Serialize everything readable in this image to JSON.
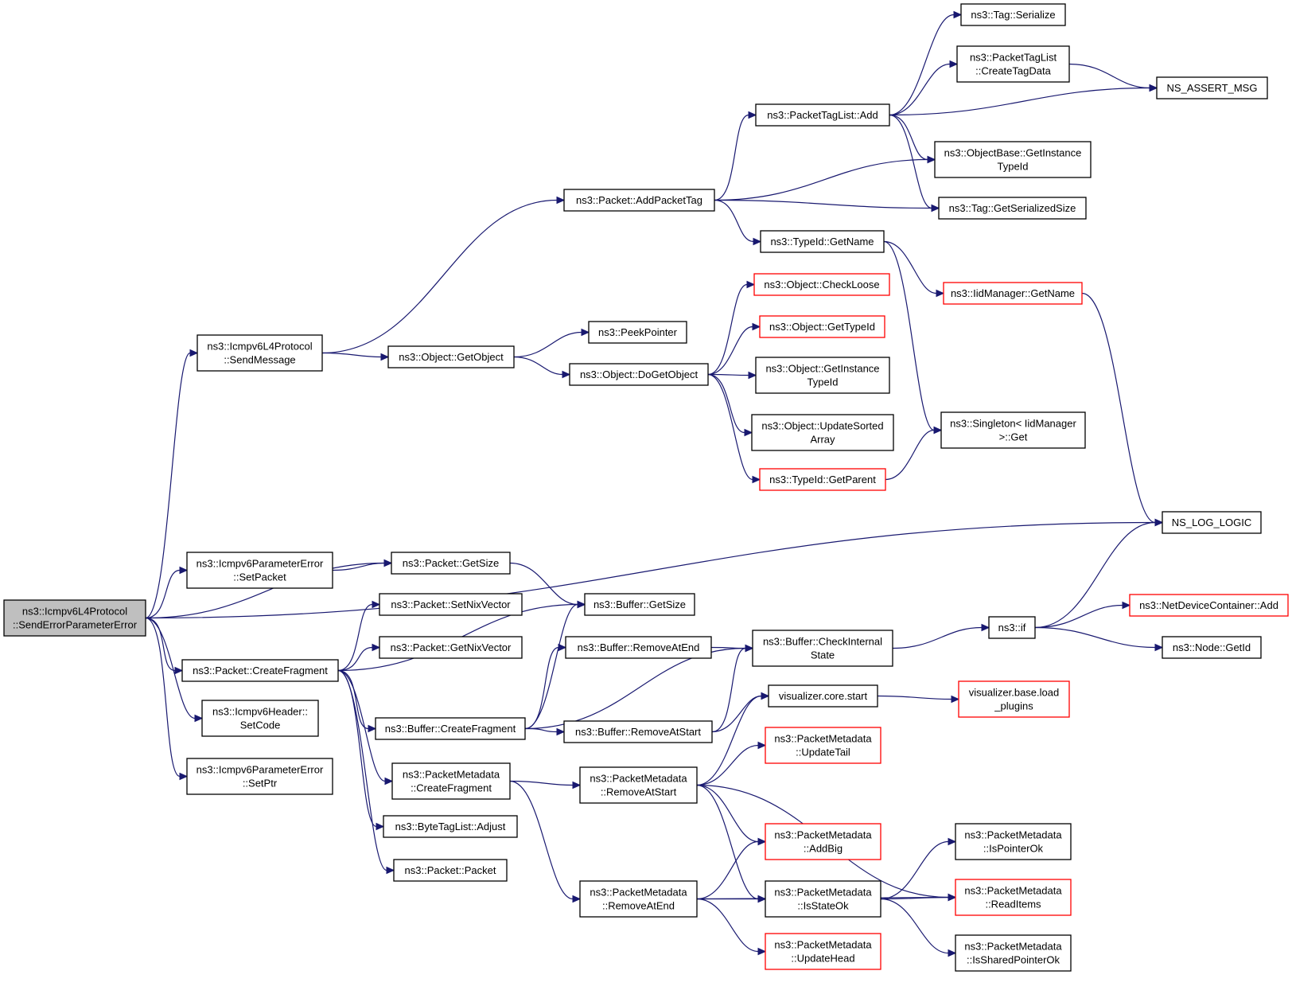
{
  "colors": {
    "edge": "#191970",
    "node_border": "#000000",
    "node_border_truncated": "#ff0000",
    "node_fill": "#ffffff",
    "root_fill": "#bfbfbf",
    "text": "#000000"
  },
  "nodes": [
    {
      "id": "root",
      "lines": [
        "ns3::Icmpv6L4Protocol",
        "::SendErrorParameterError"
      ],
      "style": "root"
    },
    {
      "id": "sendmessage",
      "lines": [
        "ns3::Icmpv6L4Protocol",
        "::SendMessage"
      ],
      "style": "normal"
    },
    {
      "id": "seterrpacket",
      "lines": [
        "ns3::Icmpv6ParameterError",
        "::SetPacket"
      ],
      "style": "normal"
    },
    {
      "id": "createfragment",
      "lines": [
        "ns3::Packet::CreateFragment"
      ],
      "style": "normal"
    },
    {
      "id": "setcode",
      "lines": [
        "ns3::Icmpv6Header::",
        "SetCode"
      ],
      "style": "normal"
    },
    {
      "id": "setptr",
      "lines": [
        "ns3::Icmpv6ParameterError",
        "::SetPtr"
      ],
      "style": "normal"
    },
    {
      "id": "getobject",
      "lines": [
        "ns3::Object::GetObject"
      ],
      "style": "normal"
    },
    {
      "id": "addpackettag",
      "lines": [
        "ns3::Packet::AddPacketTag"
      ],
      "style": "normal"
    },
    {
      "id": "getsize",
      "lines": [
        "ns3::Packet::GetSize"
      ],
      "style": "normal"
    },
    {
      "id": "setnixvector",
      "lines": [
        "ns3::Packet::SetNixVector"
      ],
      "style": "normal"
    },
    {
      "id": "getnixvector",
      "lines": [
        "ns3::Packet::GetNixVector"
      ],
      "style": "normal"
    },
    {
      "id": "buffercreatefragment",
      "lines": [
        "ns3::Buffer::CreateFragment"
      ],
      "style": "normal"
    },
    {
      "id": "pmcreatefragment",
      "lines": [
        "ns3::PacketMetadata",
        "::CreateFragment"
      ],
      "style": "normal"
    },
    {
      "id": "bytetaglistadjust",
      "lines": [
        "ns3::ByteTagList::Adjust"
      ],
      "style": "normal"
    },
    {
      "id": "packetpacket",
      "lines": [
        "ns3::Packet::Packet"
      ],
      "style": "normal"
    },
    {
      "id": "peekpointer",
      "lines": [
        "ns3::PeekPointer"
      ],
      "style": "normal"
    },
    {
      "id": "dogetobject",
      "lines": [
        "ns3::Object::DoGetObject"
      ],
      "style": "normal"
    },
    {
      "id": "buffergetsize",
      "lines": [
        "ns3::Buffer::GetSize"
      ],
      "style": "normal"
    },
    {
      "id": "removeatend",
      "lines": [
        "ns3::Buffer::RemoveAtEnd"
      ],
      "style": "normal"
    },
    {
      "id": "removeatstart",
      "lines": [
        "ns3::Buffer::RemoveAtStart"
      ],
      "style": "normal"
    },
    {
      "id": "pmremoveatstart",
      "lines": [
        "ns3::PacketMetadata",
        "::RemoveAtStart"
      ],
      "style": "normal"
    },
    {
      "id": "pmremoveatend",
      "lines": [
        "ns3::PacketMetadata",
        "::RemoveAtEnd"
      ],
      "style": "normal"
    },
    {
      "id": "packettaglistadd",
      "lines": [
        "ns3::PacketTagList::Add"
      ],
      "style": "normal"
    },
    {
      "id": "typeidgetname",
      "lines": [
        "ns3::TypeId::GetName"
      ],
      "style": "normal"
    },
    {
      "id": "checkloose",
      "lines": [
        "ns3::Object::CheckLoose"
      ],
      "style": "truncated"
    },
    {
      "id": "objgettypeid",
      "lines": [
        "ns3::Object::GetTypeId"
      ],
      "style": "truncated"
    },
    {
      "id": "objgetinstancetypeid",
      "lines": [
        "ns3::Object::GetInstance",
        "TypeId"
      ],
      "style": "normal"
    },
    {
      "id": "updatesortedarray",
      "lines": [
        "ns3::Object::UpdateSorted",
        "Array"
      ],
      "style": "normal"
    },
    {
      "id": "typeidgetparent",
      "lines": [
        "ns3::TypeId::GetParent"
      ],
      "style": "truncated"
    },
    {
      "id": "checkinternalstate",
      "lines": [
        "ns3::Buffer::CheckInternal",
        "State"
      ],
      "style": "normal"
    },
    {
      "id": "vizcorestart",
      "lines": [
        "visualizer.core.start"
      ],
      "style": "normal"
    },
    {
      "id": "pmupdatetail",
      "lines": [
        "ns3::PacketMetadata",
        "::UpdateTail"
      ],
      "style": "truncated"
    },
    {
      "id": "pmaddbig",
      "lines": [
        "ns3::PacketMetadata",
        "::AddBig"
      ],
      "style": "truncated"
    },
    {
      "id": "pmisstateok",
      "lines": [
        "ns3::PacketMetadata",
        "::IsStateOk"
      ],
      "style": "normal"
    },
    {
      "id": "pmupdatehead",
      "lines": [
        "ns3::PacketMetadata",
        "::UpdateHead"
      ],
      "style": "truncated"
    },
    {
      "id": "tagserialize",
      "lines": [
        "ns3::Tag::Serialize"
      ],
      "style": "normal"
    },
    {
      "id": "createtagdata",
      "lines": [
        "ns3::PacketTagList",
        "::CreateTagData"
      ],
      "style": "normal"
    },
    {
      "id": "objbasegetinstancetypeid",
      "lines": [
        "ns3::ObjectBase::GetInstance",
        "TypeId"
      ],
      "style": "normal"
    },
    {
      "id": "taggetserializedsize",
      "lines": [
        "ns3::Tag::GetSerializedSize"
      ],
      "style": "normal"
    },
    {
      "id": "iidmanagergetname",
      "lines": [
        "ns3::IidManager::GetName"
      ],
      "style": "truncated"
    },
    {
      "id": "singletonget",
      "lines": [
        "ns3::Singleton< IidManager",
        ">::Get"
      ],
      "style": "normal"
    },
    {
      "id": "nsif",
      "lines": [
        "ns3::if"
      ],
      "style": "normal"
    },
    {
      "id": "vizbaseloadplugins",
      "lines": [
        "visualizer.base.load",
        "_plugins"
      ],
      "style": "truncated"
    },
    {
      "id": "pmispointerok",
      "lines": [
        "ns3::PacketMetadata",
        "::IsPointerOk"
      ],
      "style": "normal"
    },
    {
      "id": "pmreaditems",
      "lines": [
        "ns3::PacketMetadata",
        "::ReadItems"
      ],
      "style": "truncated"
    },
    {
      "id": "pmissharedpointerok",
      "lines": [
        "ns3::PacketMetadata",
        "::IsSharedPointerOk"
      ],
      "style": "normal"
    },
    {
      "id": "nsassertmsg",
      "lines": [
        "NS_ASSERT_MSG"
      ],
      "style": "normal"
    },
    {
      "id": "nsloglogic",
      "lines": [
        "NS_LOG_LOGIC"
      ],
      "style": "normal"
    },
    {
      "id": "netdevicecontaineradd",
      "lines": [
        "ns3::NetDeviceContainer::Add"
      ],
      "style": "truncated"
    },
    {
      "id": "nodegetid",
      "lines": [
        "ns3::Node::GetId"
      ],
      "style": "normal"
    }
  ],
  "edges": [
    [
      "root",
      "sendmessage"
    ],
    [
      "root",
      "nsloglogic"
    ],
    [
      "root",
      "seterrpacket"
    ],
    [
      "root",
      "getsize"
    ],
    [
      "root",
      "createfragment"
    ],
    [
      "root",
      "setcode"
    ],
    [
      "root",
      "setptr"
    ],
    [
      "sendmessage",
      "addpackettag"
    ],
    [
      "sendmessage",
      "getobject"
    ],
    [
      "seterrpacket",
      "getsize"
    ],
    [
      "createfragment",
      "setnixvector"
    ],
    [
      "createfragment",
      "getnixvector"
    ],
    [
      "createfragment",
      "buffergetsize"
    ],
    [
      "createfragment",
      "buffercreatefragment"
    ],
    [
      "createfragment",
      "pmcreatefragment"
    ],
    [
      "createfragment",
      "bytetaglistadjust"
    ],
    [
      "createfragment",
      "packetpacket"
    ],
    [
      "getobject",
      "peekpointer"
    ],
    [
      "getobject",
      "dogetobject"
    ],
    [
      "addpackettag",
      "packettaglistadd"
    ],
    [
      "addpackettag",
      "objbasegetinstancetypeid"
    ],
    [
      "addpackettag",
      "taggetserializedsize"
    ],
    [
      "addpackettag",
      "typeidgetname"
    ],
    [
      "getsize",
      "buffergetsize"
    ],
    [
      "buffercreatefragment",
      "buffergetsize"
    ],
    [
      "buffercreatefragment",
      "removeatend"
    ],
    [
      "buffercreatefragment",
      "checkinternalstate"
    ],
    [
      "buffercreatefragment",
      "removeatstart"
    ],
    [
      "pmcreatefragment",
      "pmremoveatstart"
    ],
    [
      "pmcreatefragment",
      "pmremoveatend"
    ],
    [
      "dogetobject",
      "checkloose"
    ],
    [
      "dogetobject",
      "objgettypeid"
    ],
    [
      "dogetobject",
      "objgetinstancetypeid"
    ],
    [
      "dogetobject",
      "updatesortedarray"
    ],
    [
      "dogetobject",
      "typeidgetparent"
    ],
    [
      "removeatend",
      "checkinternalstate"
    ],
    [
      "removeatstart",
      "checkinternalstate"
    ],
    [
      "removeatstart",
      "vizcorestart"
    ],
    [
      "pmremoveatstart",
      "vizcorestart"
    ],
    [
      "pmremoveatstart",
      "pmupdatetail"
    ],
    [
      "pmremoveatstart",
      "pmaddbig"
    ],
    [
      "pmremoveatstart",
      "pmisstateok"
    ],
    [
      "pmremoveatstart",
      "pmreaditems"
    ],
    [
      "pmremoveatend",
      "pmaddbig"
    ],
    [
      "pmremoveatend",
      "pmisstateok"
    ],
    [
      "pmremoveatend",
      "pmupdatehead"
    ],
    [
      "pmremoveatend",
      "pmreaditems"
    ],
    [
      "packettaglistadd",
      "tagserialize"
    ],
    [
      "packettaglistadd",
      "createtagdata"
    ],
    [
      "packettaglistadd",
      "nsassertmsg"
    ],
    [
      "packettaglistadd",
      "objbasegetinstancetypeid"
    ],
    [
      "packettaglistadd",
      "taggetserializedsize"
    ],
    [
      "createtagdata",
      "nsassertmsg"
    ],
    [
      "typeidgetname",
      "iidmanagergetname"
    ],
    [
      "typeidgetname",
      "singletonget"
    ],
    [
      "typeidgetparent",
      "singletonget"
    ],
    [
      "iidmanagergetname",
      "nsloglogic"
    ],
    [
      "checkinternalstate",
      "nsif"
    ],
    [
      "vizcorestart",
      "vizbaseloadplugins"
    ],
    [
      "pmisstateok",
      "pmispointerok"
    ],
    [
      "pmisstateok",
      "pmreaditems"
    ],
    [
      "pmisstateok",
      "pmissharedpointerok"
    ],
    [
      "nsif",
      "nsloglogic"
    ],
    [
      "nsif",
      "netdevicecontaineradd"
    ],
    [
      "nsif",
      "nodegetid"
    ]
  ]
}
